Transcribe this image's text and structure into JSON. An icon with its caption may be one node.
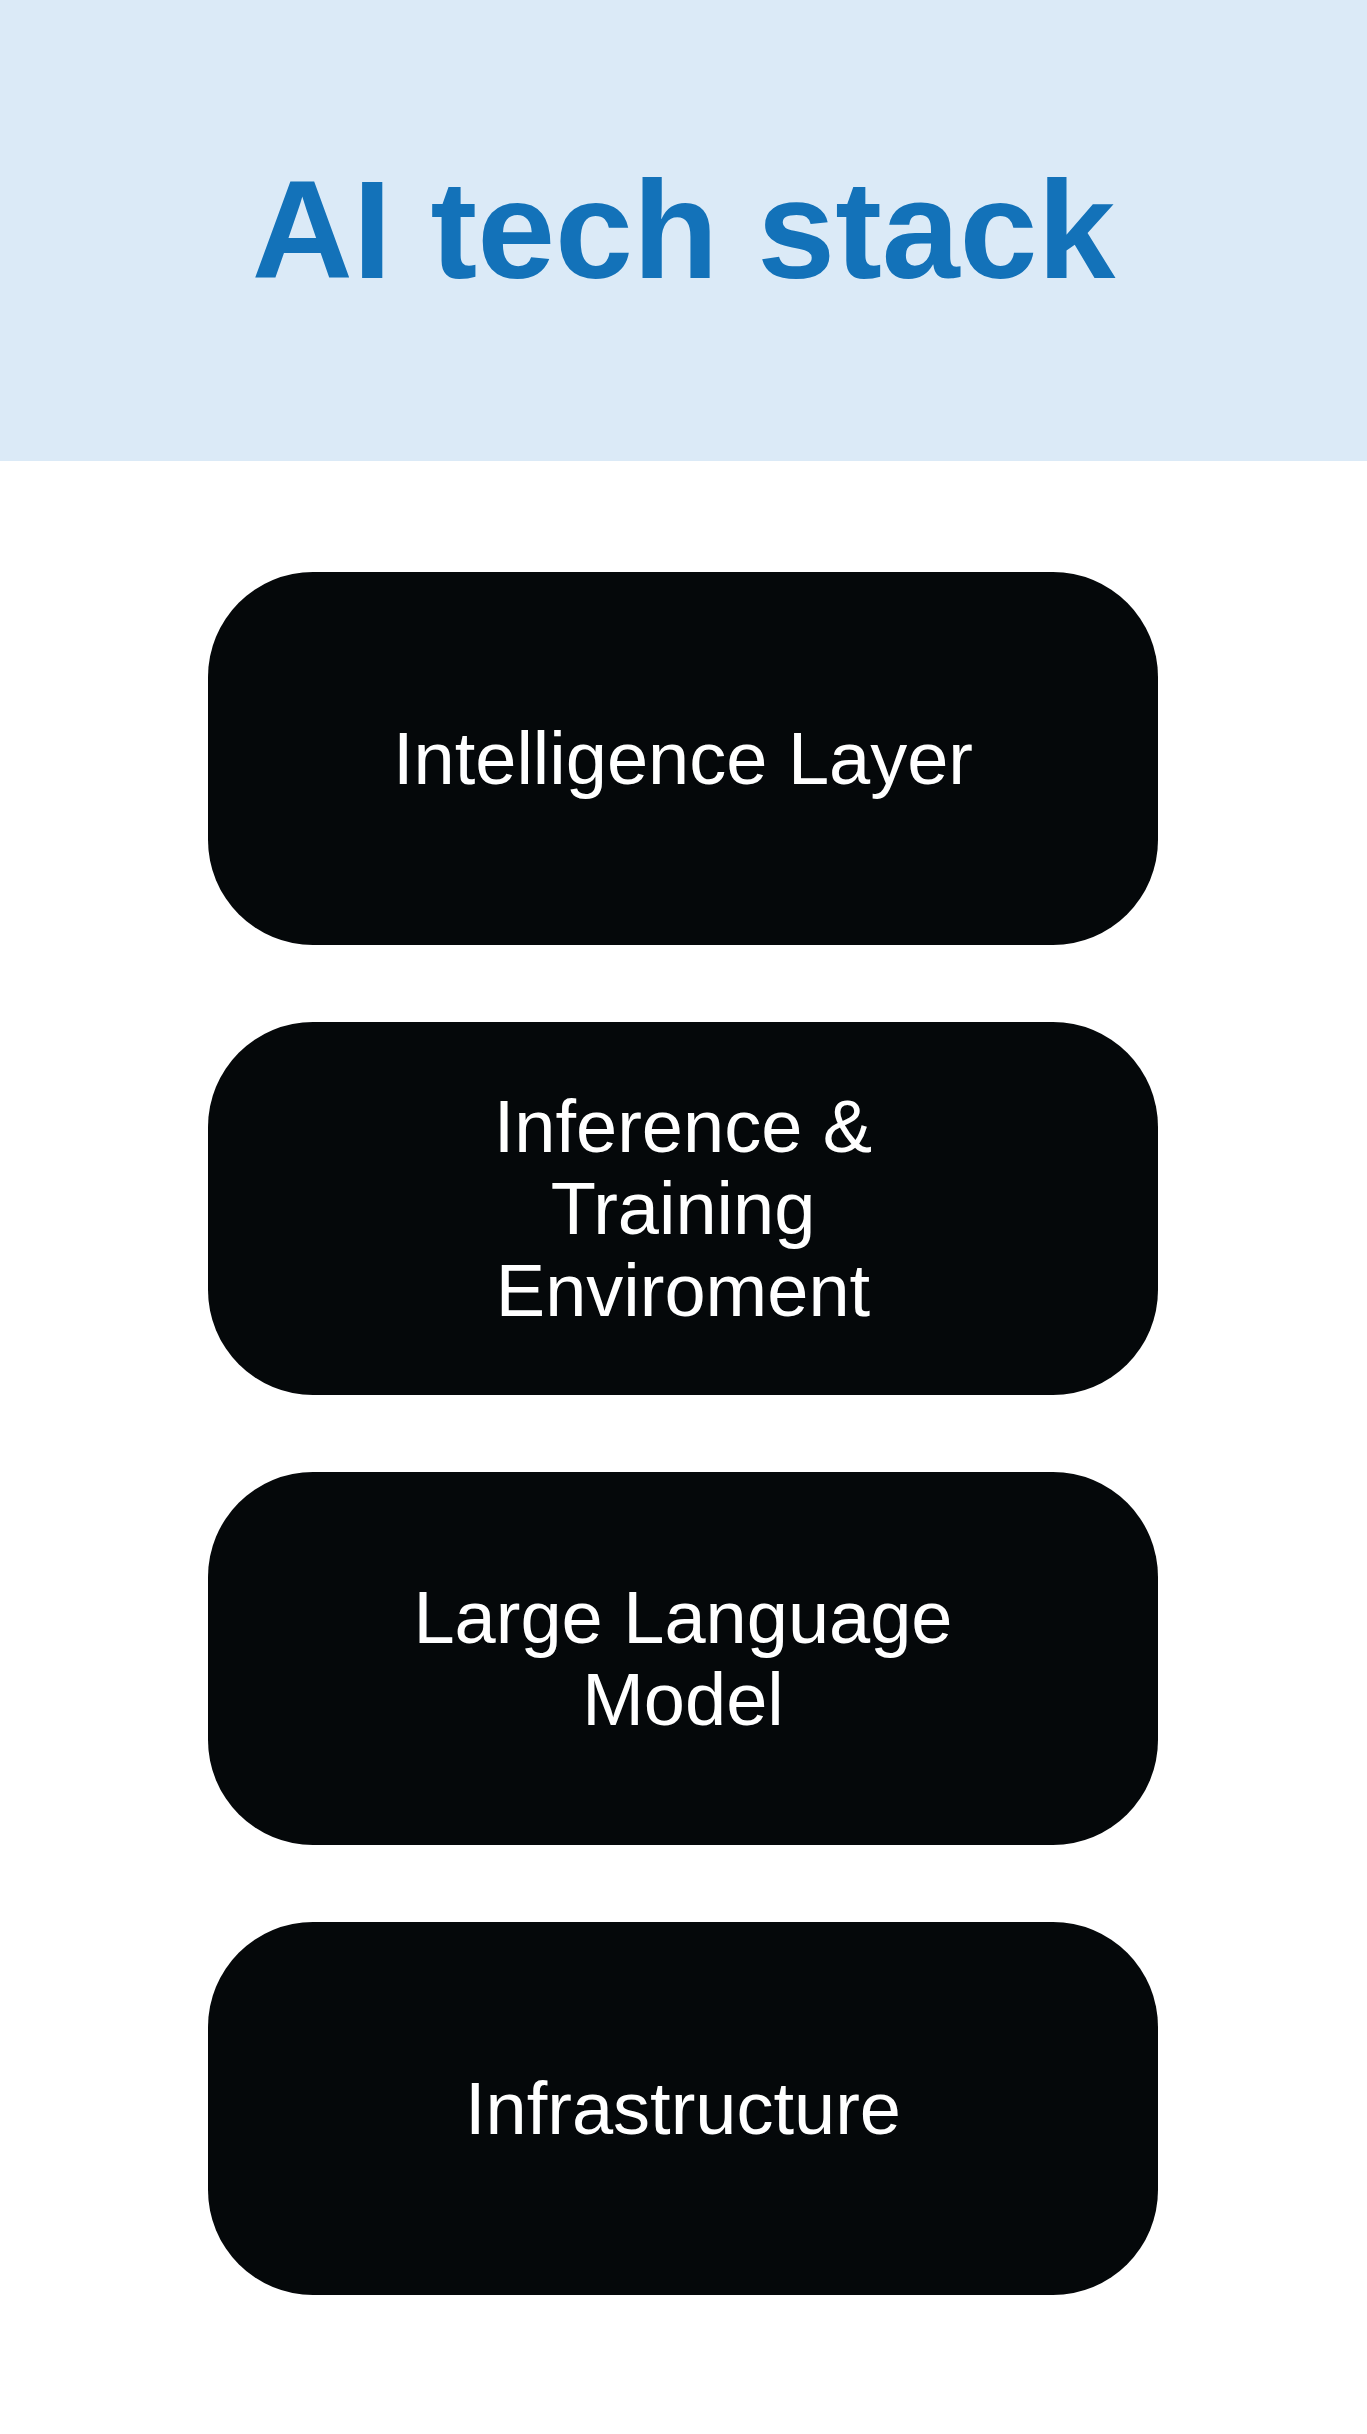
{
  "diagram": {
    "title": "AI tech stack",
    "nodes": [
      {
        "text": [
          "Intelligence Layer"
        ]
      },
      {
        "text": [
          "Inference & Training Enviroment"
        ]
      },
      {
        "text": [
          "Large Language Model"
        ]
      },
      {
        "text": [
          "Infrastructure"
        ]
      }
    ]
  }
}
